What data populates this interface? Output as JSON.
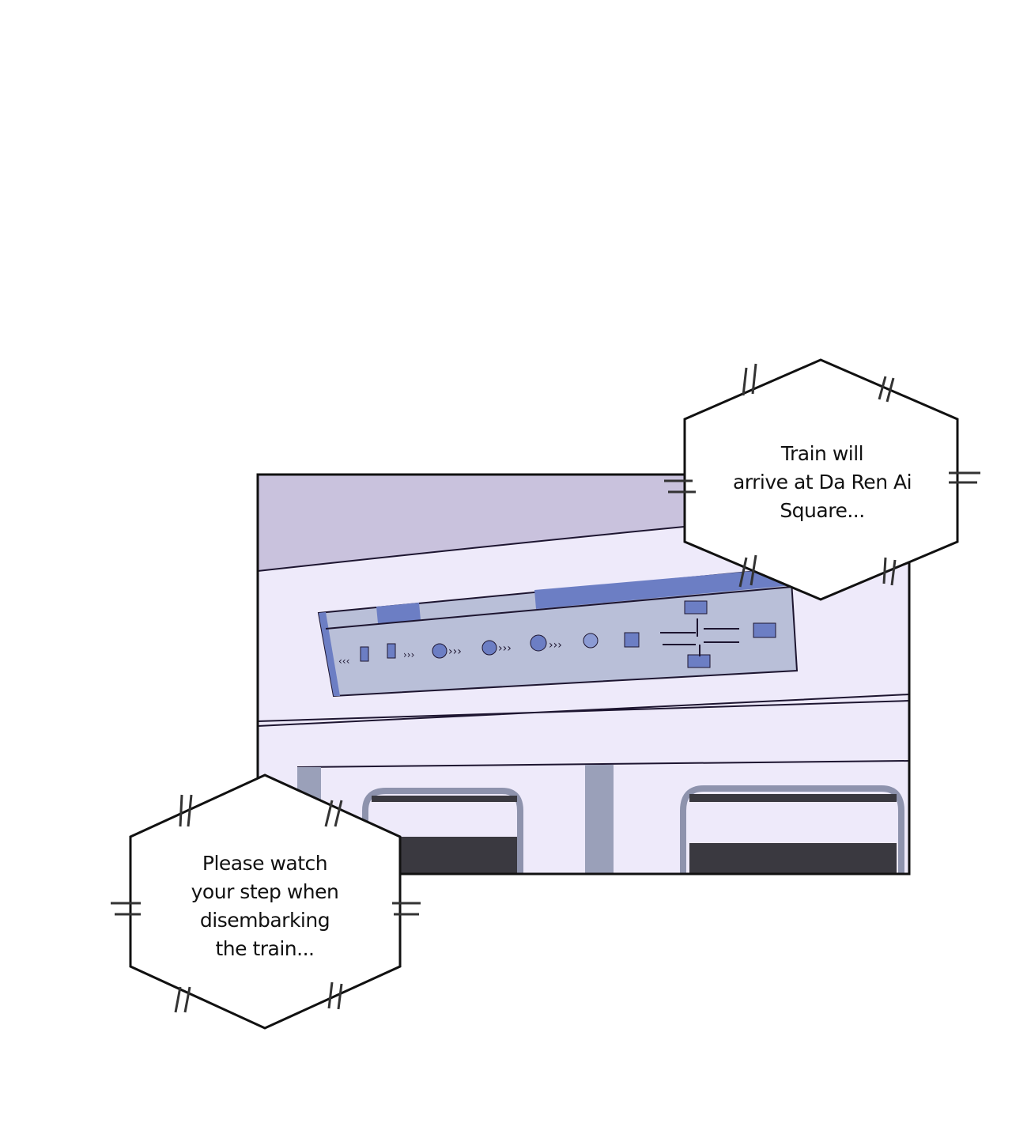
{
  "bubbles": [
    {
      "text_lines": [
        "Train will",
        "arrive at Da Ren Ai",
        "Square..."
      ]
    },
    {
      "text_lines": [
        "Please watch",
        "your step when",
        "disembarking",
        "the train..."
      ]
    }
  ],
  "colors": {
    "ceiling": "#c9c2dd",
    "wall": "#eeeafa",
    "panel": "#b9bfd8",
    "accent_blue": "#6c7ec4",
    "seat_dark": "#3a3940",
    "outline": "#1d1530"
  }
}
